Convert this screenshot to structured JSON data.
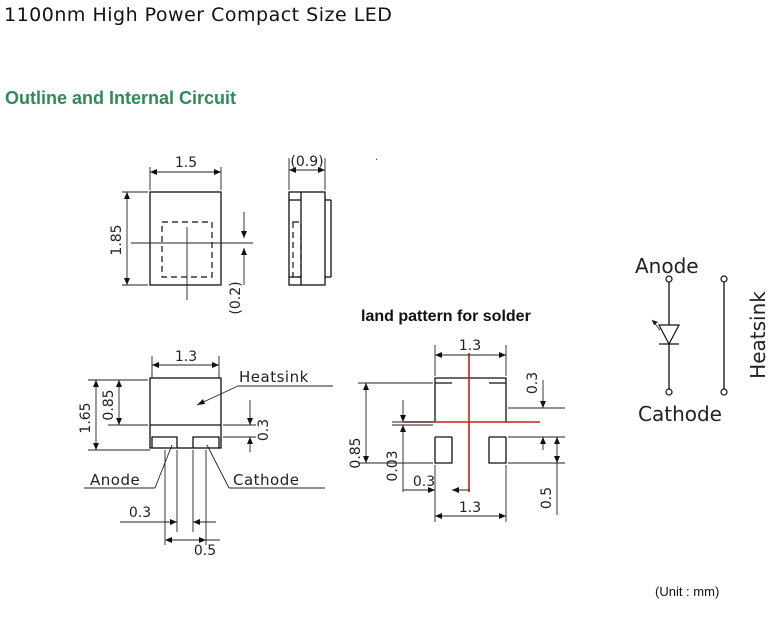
{
  "header": {
    "title": "1100nm High Power Compact Size LED",
    "section": "Outline and Internal Circuit"
  },
  "top_view": {
    "width": "1.5",
    "height": "1.85"
  },
  "side_view": {
    "thickness": "(0.9)",
    "offset": "(0.2)"
  },
  "bottom_view": {
    "width": "1.3",
    "total_height": "1.65",
    "heatsink_height": "0.85",
    "gap": "0.3",
    "heatsink_label": "Heatsink",
    "anode_label": "Anode",
    "cathode_label": "Cathode",
    "pad_width": "0.3",
    "pad_pitch": "0.5"
  },
  "land_pattern": {
    "title": "land pattern for solder",
    "top_width": "1.3",
    "bottom_width": "1.3",
    "dim_085": "0.85",
    "dim_003": "0.03",
    "dim_03_right": "0.3",
    "dim_03_pad": "0.3",
    "dim_05": "0.5"
  },
  "circuit": {
    "anode": "Anode",
    "cathode": "Cathode",
    "heatsink": "Heatsink"
  },
  "footer": {
    "unit": "(Unit : mm)"
  }
}
